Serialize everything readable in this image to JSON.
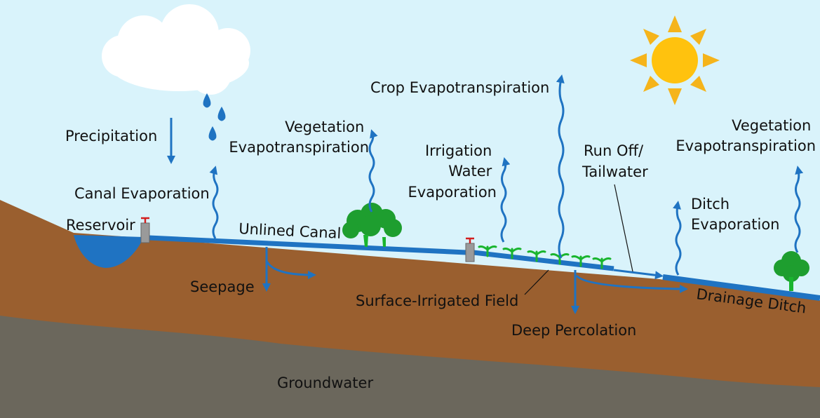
{
  "colors": {
    "sky": "#d9f3fb",
    "soil": "#9a5f2f",
    "groundwater": "#6b675c",
    "water": "#1f73c2",
    "water_dark": "#1a5fa3",
    "sun": "#ffc20e",
    "sun_rays": "#f5b41b",
    "cloud": "#ffffff",
    "tree": "#1e9e2f",
    "tree_trunk": "#19b52e",
    "crop": "#19b52e",
    "gate": "#9a9a9a",
    "valve": "#d21f1f"
  },
  "labels": {
    "precipitation": "Precipitation",
    "canal_evaporation": "Canal Evaporation",
    "reservoir": "Reservoir",
    "vegetation_evapotranspiration_left": [
      "Vegetation",
      "Evapotranspiration"
    ],
    "unlined_canal": "Unlined Canal",
    "seepage": "Seepage",
    "crop_evapotranspiration": "Crop Evapotranspiration",
    "irrigation_water_evaporation": [
      "Irrigation",
      "Water",
      "Evaporation"
    ],
    "run_off_tailwater": [
      "Run Off/",
      "Tailwater"
    ],
    "vegetation_evapotranspiration_right": [
      "Vegetation",
      "Evapotranspiration"
    ],
    "ditch_evaporation": [
      "Ditch",
      "Evaporation"
    ],
    "surface_irrigated_field": "Surface-Irrigated Field",
    "drainage_ditch": "Drainage Ditch",
    "deep_percolation": "Deep Percolation",
    "groundwater": "Groundwater"
  }
}
